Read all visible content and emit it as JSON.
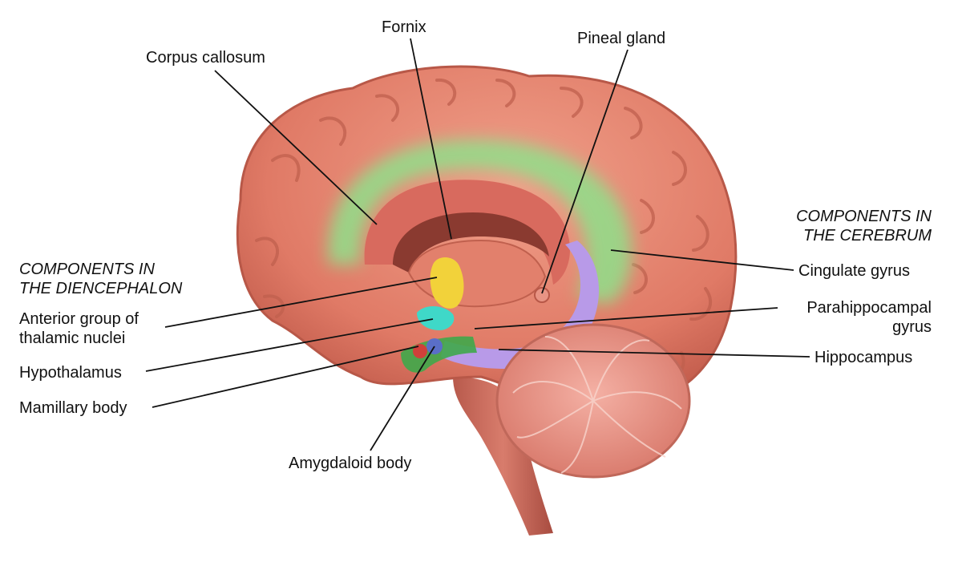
{
  "colors": {
    "cortex": "#e2806c",
    "cortex_dark": "#b85848",
    "cingulate": "#8fe08a",
    "corpus": "#d86a5e",
    "fornix": "#8a3a30",
    "thalamic_nuclei": "#f2d23a",
    "hypothalamus": "#3fd8c8",
    "hippocampus": "#b89ae8",
    "amygdala": "#5a6ec8",
    "mamillary": "#d0403a",
    "cerebellum": "#e8968a",
    "leader_line": "#111111"
  },
  "headers": {
    "diencephalon": [
      "COMPONENTS IN",
      "THE DIENCEPHALON"
    ],
    "cerebrum": [
      "COMPONENTS IN",
      "THE CEREBRUM"
    ]
  },
  "labels": {
    "fornix": "Fornix",
    "corpus_callosum": "Corpus callosum",
    "pineal_gland": "Pineal gland",
    "anterior_thalamic": [
      "Anterior group of",
      "thalamic nuclei"
    ],
    "hypothalamus": "Hypothalamus",
    "mamillary_body": "Mamillary body",
    "amygdaloid_body": "Amygdaloid body",
    "cingulate_gyrus": "Cingulate gyrus",
    "parahippocampal_gyrus": [
      "Parahippocampal",
      "gyrus"
    ],
    "hippocampus": "Hippocampus"
  }
}
